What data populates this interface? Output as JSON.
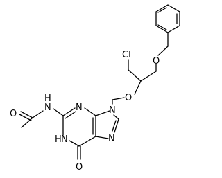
{
  "structure": {
    "atoms": {
      "amide_o": "O",
      "amide_nh": "N",
      "amide_nh_h": "H",
      "ring_n3": "N",
      "ring_n9": "N",
      "ring_n7": "N",
      "ring_n1": "N",
      "ring_n1_h": "H",
      "carbonyl_o": "O",
      "ether_o": "O",
      "benzyl_o": "O",
      "chlorine": "Cl"
    }
  }
}
